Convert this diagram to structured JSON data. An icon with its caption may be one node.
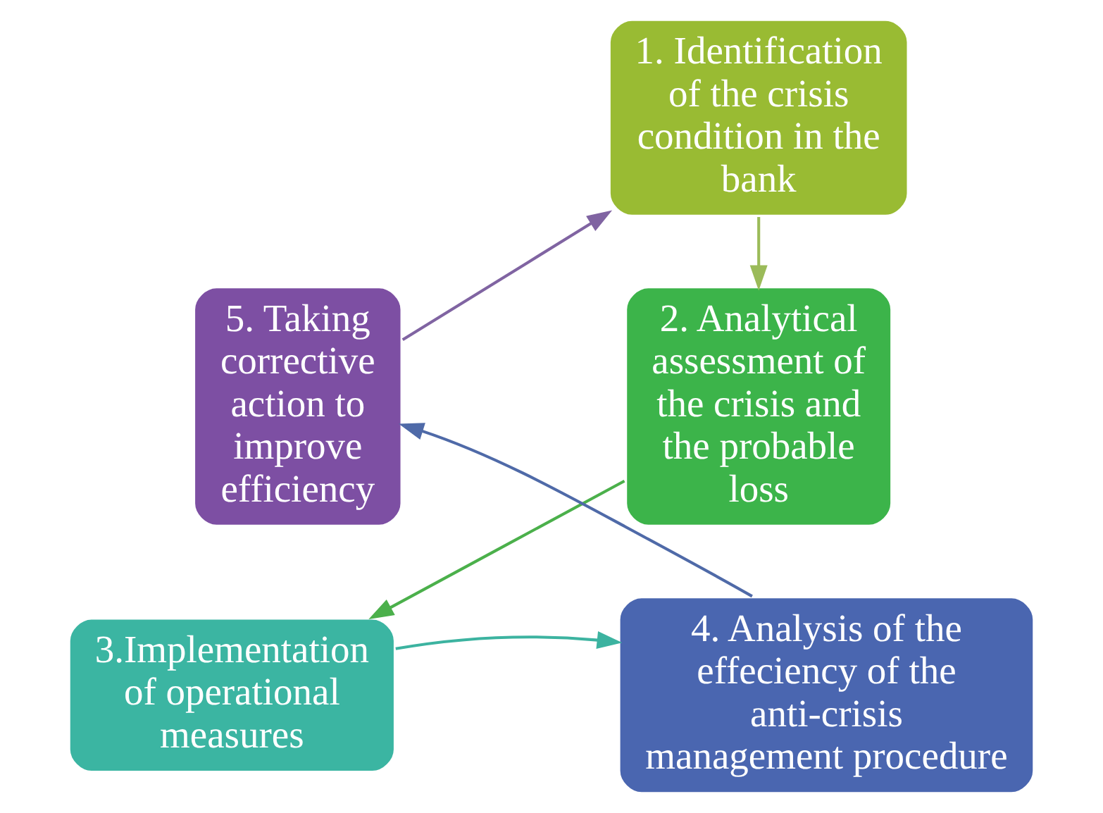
{
  "diagram": {
    "nodes": [
      {
        "text": [
          "1. Identification of the crisis condition in the bank"
        ]
      },
      {
        "text": [
          "2. Analytical assessment of the crisis and the probable loss"
        ]
      },
      {
        "text": [
          "3.Implementation of operational measures"
        ]
      },
      {
        "text": [
          "4. Analysis of the effeciency of the anti-crisis management procedure"
        ]
      },
      {
        "text": [
          "5. Taking corrective action to improve efficiency"
        ]
      }
    ],
    "edges": [
      {
        "from": 0,
        "to": 1,
        "arrow": "to",
        "color": "#9bbb59"
      },
      {
        "from": 1,
        "to": 2,
        "arrow": "to",
        "color": "#4bb04b"
      },
      {
        "from": 2,
        "to": 3,
        "arrow": "to",
        "color": "#3cb3a0"
      },
      {
        "from": 3,
        "to": 4,
        "arrow": "to",
        "color": "#4f6aa8"
      },
      {
        "from": 4,
        "to": 0,
        "arrow": "to",
        "color": "#8064a2"
      }
    ]
  }
}
